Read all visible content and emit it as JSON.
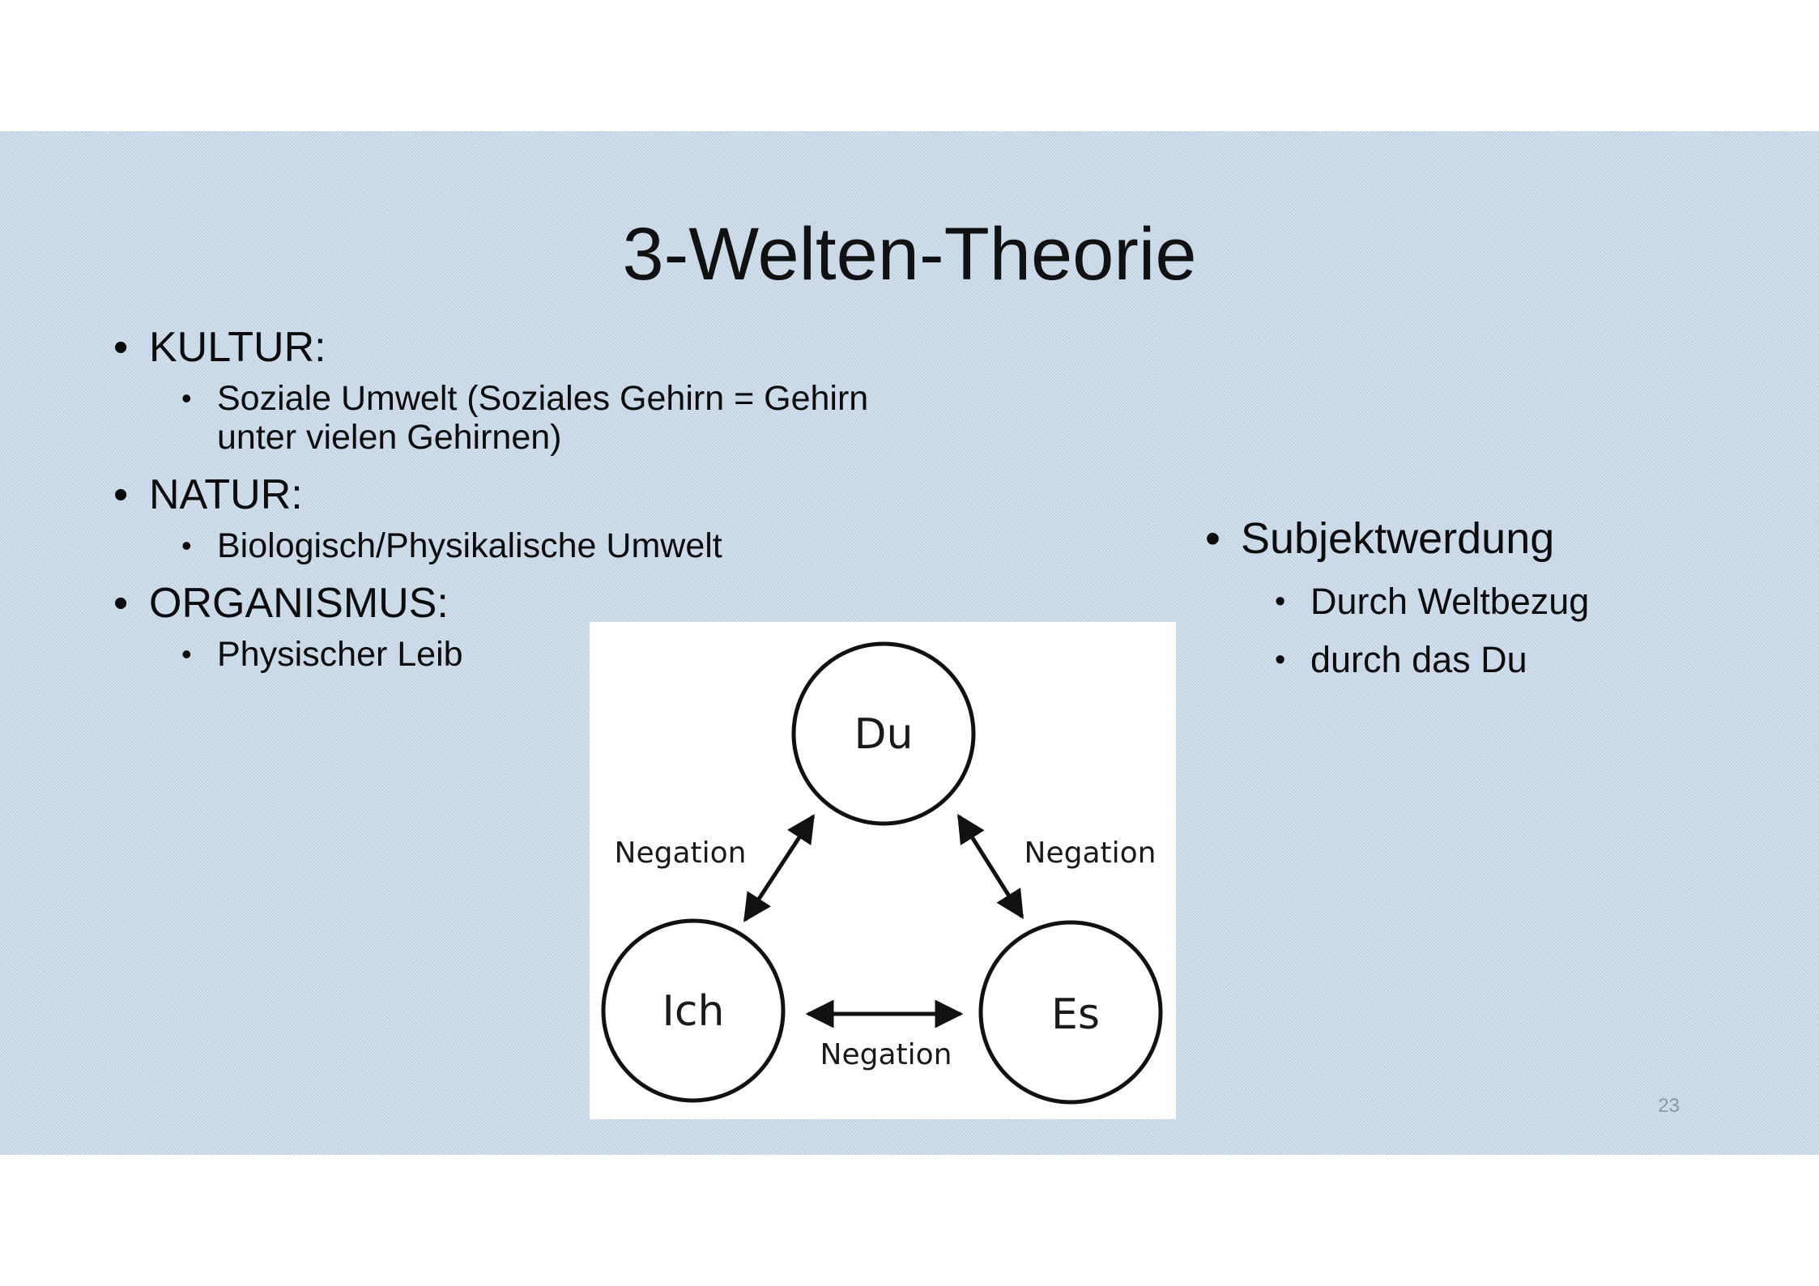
{
  "slide": {
    "title": "3-Welten-Theorie",
    "left_bullets": [
      {
        "label": "KULTUR:",
        "sub": [
          "Soziale Umwelt (Soziales Gehirn = Gehirn unter vielen Gehirnen)"
        ]
      },
      {
        "label": "NATUR:",
        "sub": [
          "Biologisch/Physikalische Umwelt"
        ]
      },
      {
        "label": "ORGANISMUS:",
        "sub": [
          "Physischer Leib"
        ]
      }
    ],
    "right_bullets": {
      "label": "Subjektwerdung",
      "sub": [
        "Durch Weltbezug",
        "durch das Du"
      ]
    },
    "page_number": "23"
  },
  "diagram": {
    "nodes": {
      "top": "Du",
      "left": "Ich",
      "right": "Es"
    },
    "edge_labels": {
      "left": "Negation",
      "right": "Negation",
      "bottom": "Negation"
    }
  }
}
